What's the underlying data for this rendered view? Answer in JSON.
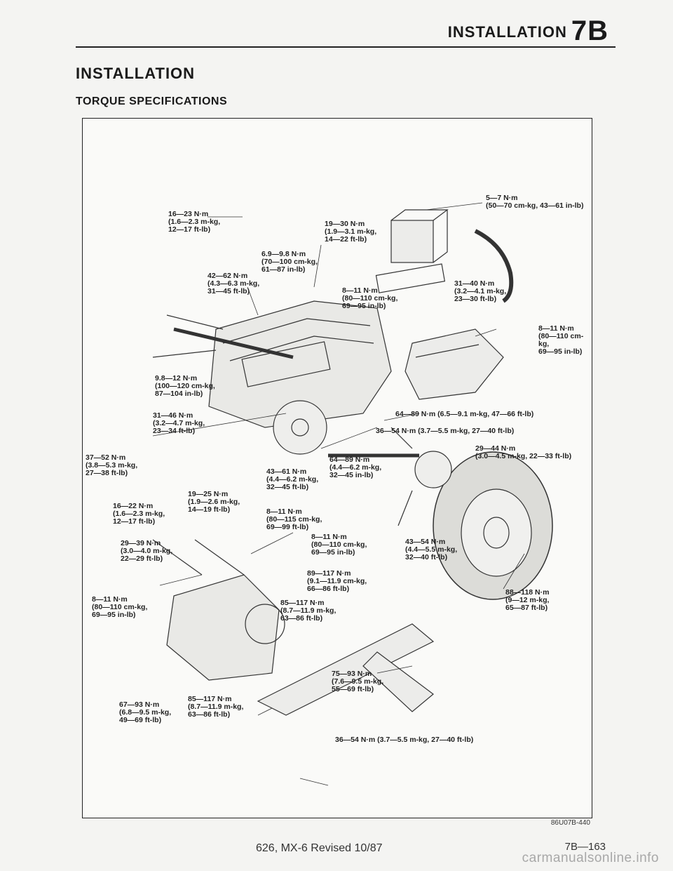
{
  "header": {
    "section_title": "INSTALLATION",
    "section_code": "7B"
  },
  "page": {
    "title": "INSTALLATION",
    "subtitle": "TORQUE SPECIFICATIONS",
    "figure_code": "86U07B-440",
    "footer_center": "626, MX-6 Revised 10/87",
    "footer_page": "7B—163",
    "watermark": "carmanualsonline.info"
  },
  "callouts": [
    {
      "id": "c01",
      "text": "5—7 N·m\n(50—70 cm-kg, 43—61 in-lb)"
    },
    {
      "id": "c02",
      "text": "16—23 N·m\n(1.6—2.3 m-kg,\n12—17 ft-lb)"
    },
    {
      "id": "c03",
      "text": "19—30 N·m\n(1.9—3.1 m-kg,\n14—22 ft-lb)"
    },
    {
      "id": "c04",
      "text": "6.9—9.8 N·m\n(70—100 cm-kg,\n61—87 in-lb)"
    },
    {
      "id": "c05",
      "text": "42—62 N·m\n(4.3—6.3 m-kg,\n31—45 ft-lb)"
    },
    {
      "id": "c06",
      "text": "8—11 N·m\n(80—110 cm-kg,\n69—95 in-lb)"
    },
    {
      "id": "c07",
      "text": "31—40 N·m\n(3.2—4.1 m-kg,\n23—30 ft-lb)"
    },
    {
      "id": "c08",
      "text": "8—11 N·m\n(80—110 cm-kg,\n69—95 in-lb)"
    },
    {
      "id": "c09",
      "text": "9.8—12 N·m\n(100—120 cm-kg,\n87—104 in-lb)"
    },
    {
      "id": "c10",
      "text": "64—89 N·m (6.5—9.1 m-kg, 47—66 ft-lb)"
    },
    {
      "id": "c11",
      "text": "31—46 N·m\n(3.2—4.7 m-kg,\n23—34 ft-lb)"
    },
    {
      "id": "c12",
      "text": "36—54 N·m (3.7—5.5 m-kg, 27—40 ft-lb)"
    },
    {
      "id": "c13",
      "text": "29—44 N·m\n(3.0—4.5 m-kg, 22—33 ft-lb)"
    },
    {
      "id": "c14",
      "text": "37—52 N·m\n(3.8—5.3 m-kg,\n27—38 ft-lb)"
    },
    {
      "id": "c15",
      "text": "43—61 N·m\n(4.4—6.2 m-kg,\n32—45 ft-lb)"
    },
    {
      "id": "c16",
      "text": "64—89 N·m\n(4.4—6.2 m-kg,\n32—45 in-lb)"
    },
    {
      "id": "c17",
      "text": "19—25 N·m\n(1.9—2.6 m-kg,\n14—19 ft-lb)"
    },
    {
      "id": "c18",
      "text": "16—22 N·m\n(1.6—2.3 m-kg,\n12—17 ft-lb)"
    },
    {
      "id": "c19",
      "text": "8—11 N·m\n(80—115 cm-kg,\n69—99 ft-lb)"
    },
    {
      "id": "c20",
      "text": "29—39 N·m\n(3.0—4.0 m-kg,\n22—29 ft-lb)"
    },
    {
      "id": "c21",
      "text": "8—11 N·m\n(80—110 cm-kg,\n69—95 in-lb)"
    },
    {
      "id": "c22",
      "text": "43—54 N·m\n(4.4—5.5 m-kg,\n32—40 ft-lb)"
    },
    {
      "id": "c23",
      "text": "89—117 N·m\n(9.1—11.9 cm-kg,\n66—86 ft-lb)"
    },
    {
      "id": "c24",
      "text": "8—11 N·m\n(80—110 cm-kg,\n69—95 in-lb)"
    },
    {
      "id": "c25",
      "text": "88—118 N·m\n(9—12 m-kg,\n65—87 ft-lb)"
    },
    {
      "id": "c26",
      "text": "85—117 N·m\n(8.7—11.9 m-kg,\n63—86 ft-lb)"
    },
    {
      "id": "c27",
      "text": "75—93 N·m\n(7.6—9.5 m-kg,\n55—69 ft-lb)"
    },
    {
      "id": "c28",
      "text": "67—93 N·m\n(6.8—9.5 m-kg,\n49—69 ft-lb)"
    },
    {
      "id": "c29",
      "text": "85—117 N·m\n(8.7—11.9 m-kg,\n63—86 ft-lb)"
    },
    {
      "id": "c30",
      "text": "36—54 N·m (3.7—5.5 m-kg, 27—40 ft-lb)"
    }
  ]
}
